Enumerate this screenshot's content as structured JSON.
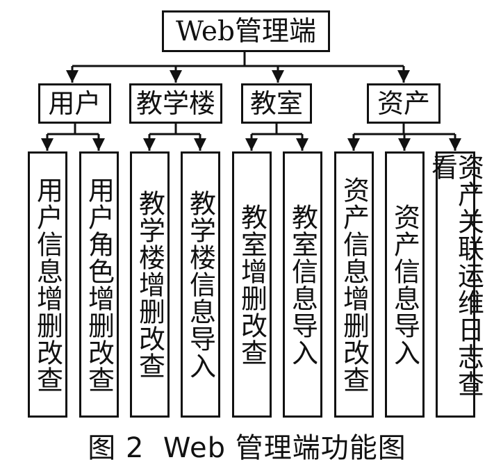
{
  "root": "Web管理端",
  "categories": [
    {
      "name": "用户",
      "functions": [
        "用户信息增删改查",
        "用户角色增删改查"
      ]
    },
    {
      "name": "教学楼",
      "functions": [
        "教学楼增删改查",
        "教学楼信息导入"
      ]
    },
    {
      "name": "教室",
      "functions": [
        "教室增删改查",
        "教室信息导入"
      ]
    },
    {
      "name": "资产",
      "functions": [
        "资产信息增删改查",
        "资产信息导入",
        "资产关联运维日志查看"
      ]
    }
  ],
  "caption": "图 2  Web 管理端功能图"
}
